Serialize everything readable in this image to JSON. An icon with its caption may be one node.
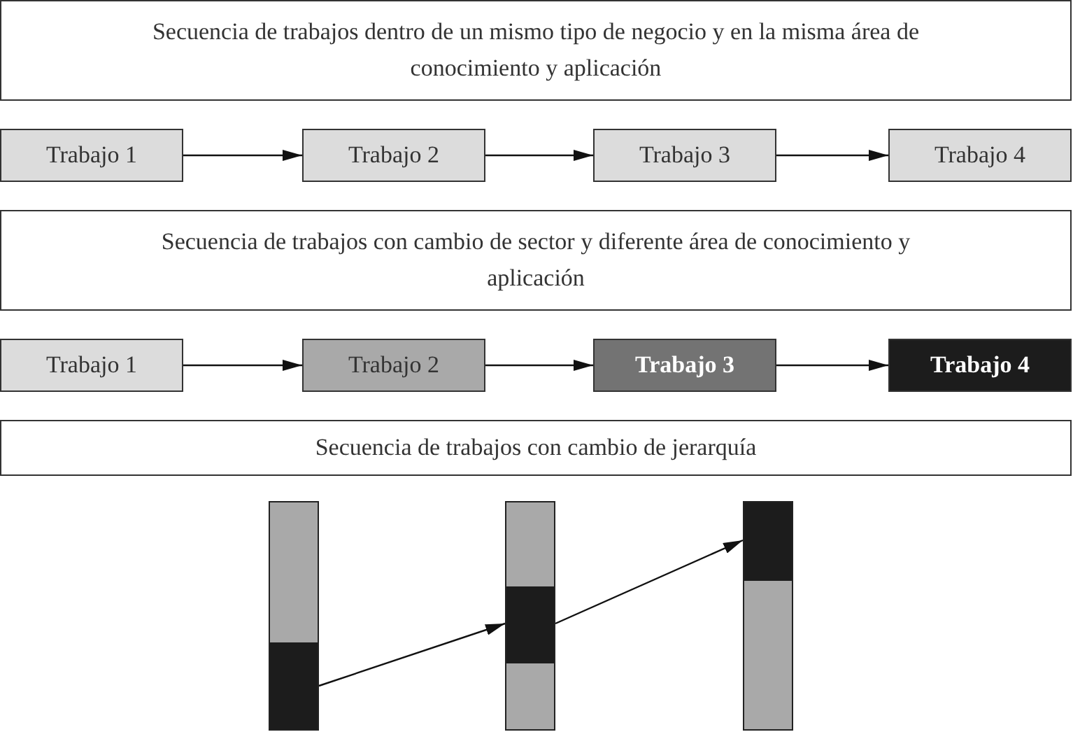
{
  "diagram": {
    "nodes": [
      {
        "text": [
          "Secuencia de trabajos dentro de un mismo tipo de negocio y en la misma área de conocimiento y aplicación"
        ]
      },
      {
        "text": [
          "Trabajo 1"
        ]
      },
      {
        "text": [
          "Trabajo 2"
        ]
      },
      {
        "text": [
          "Trabajo 3"
        ]
      },
      {
        "text": [
          "Trabajo 4"
        ]
      },
      {
        "text": [
          "Secuencia de trabajos con cambio de sector y diferente área de conocimiento y aplicación"
        ]
      },
      {
        "text": [
          "Trabajo 1"
        ]
      },
      {
        "text": [
          "Trabajo 2"
        ]
      },
      {
        "text": [
          "Trabajo 3"
        ]
      },
      {
        "text": [
          "Trabajo 4"
        ]
      },
      {
        "text": [
          "Secuencia de trabajos con cambio de jerarquía"
        ]
      },
      {
        "text": [],
        "shape": "bar"
      },
      {
        "text": [],
        "shape": "bar"
      },
      {
        "text": [],
        "shape": "bar"
      }
    ],
    "edges": [
      {
        "from": 1,
        "to": 2,
        "arrow": "to"
      },
      {
        "from": 2,
        "to": 3,
        "arrow": "to"
      },
      {
        "from": 3,
        "to": 4,
        "arrow": "to"
      },
      {
        "from": 6,
        "to": 7,
        "arrow": "to"
      },
      {
        "from": 7,
        "to": 8,
        "arrow": "to"
      },
      {
        "from": 8,
        "to": 9,
        "arrow": "to"
      },
      {
        "from": 11,
        "to": 12,
        "arrow": "to"
      },
      {
        "from": 12,
        "to": 13,
        "arrow": "to"
      }
    ]
  }
}
